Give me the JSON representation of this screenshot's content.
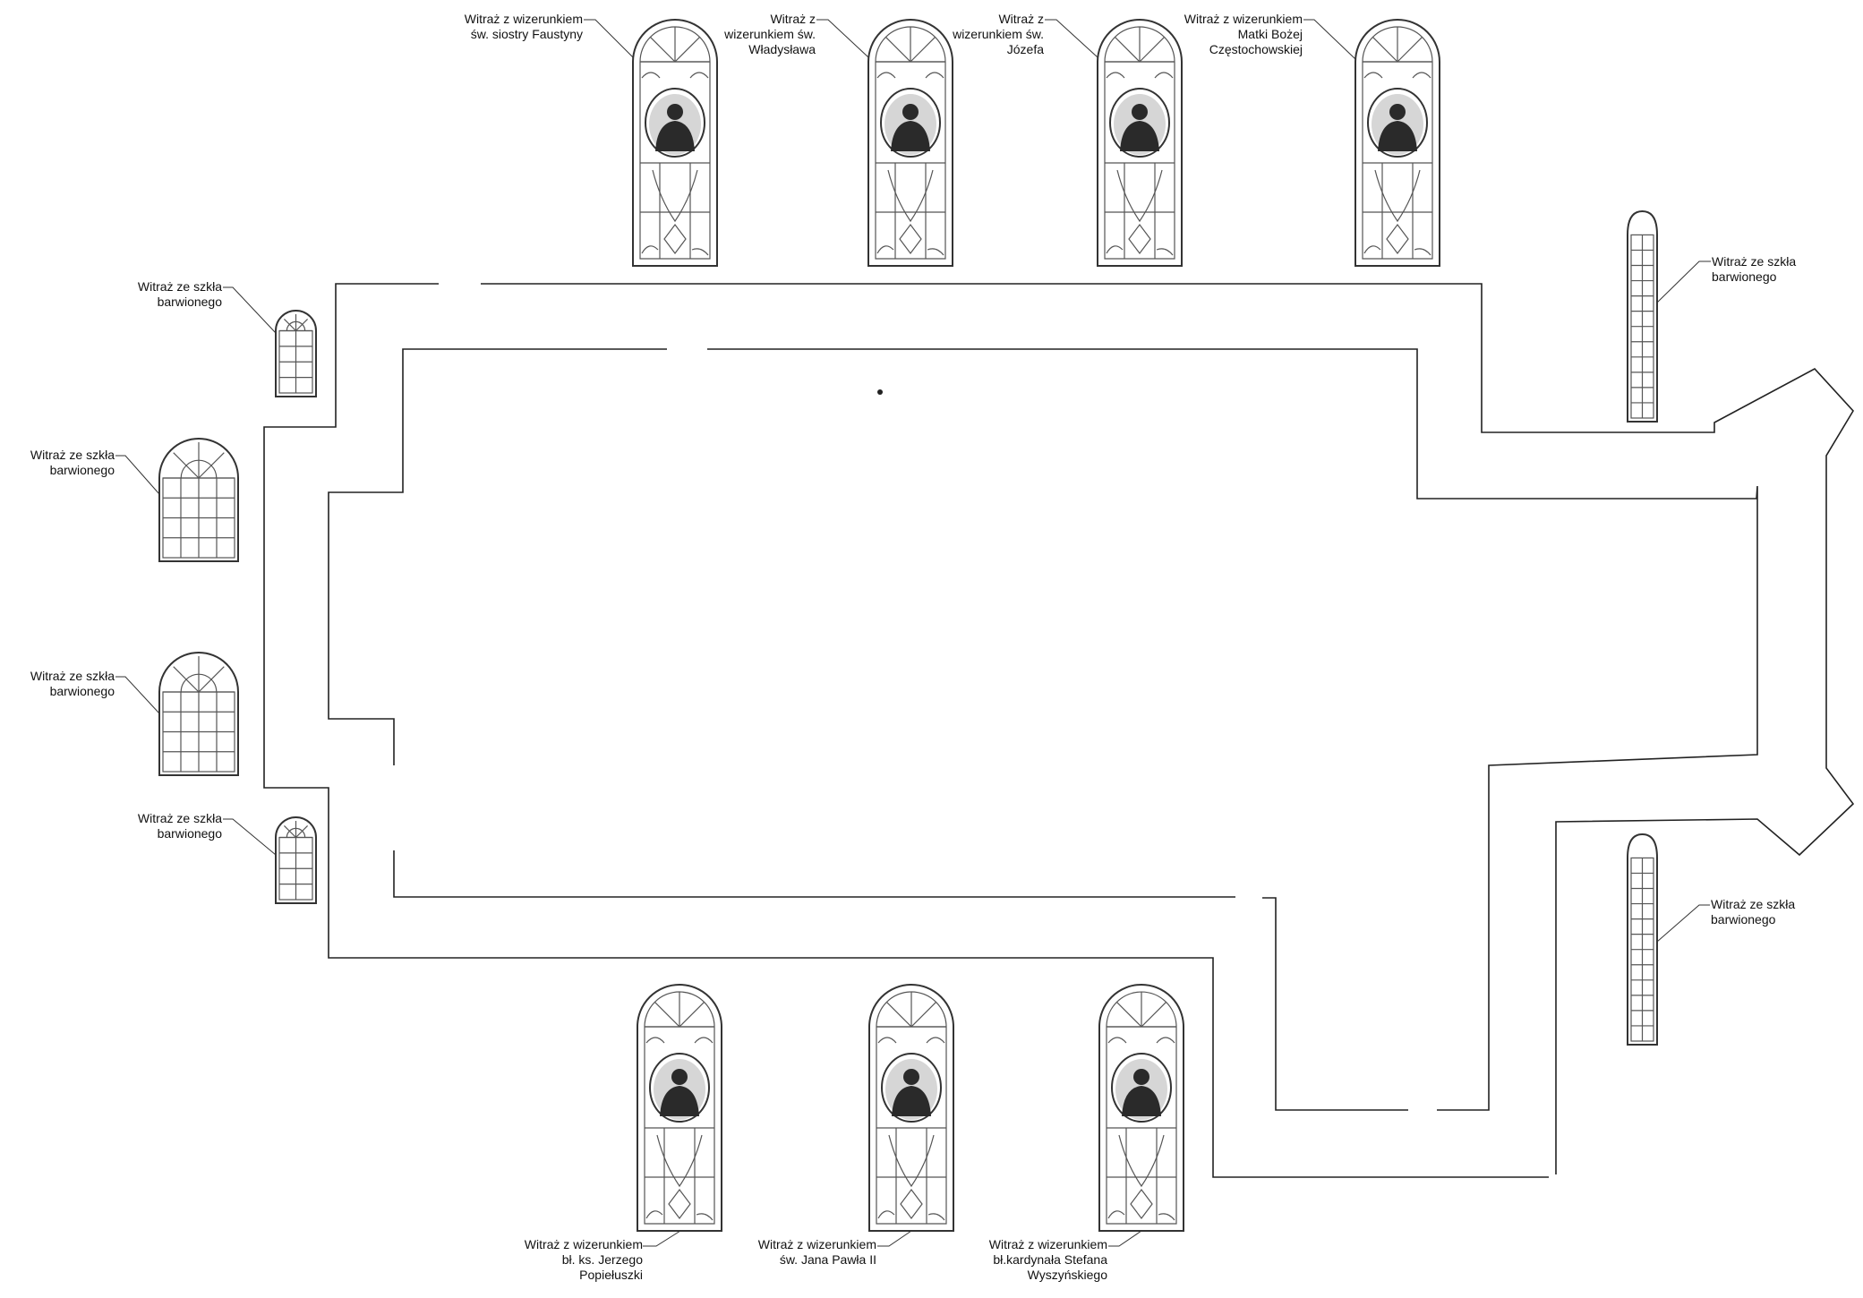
{
  "title": "",
  "windows": [
    {
      "id": "n1",
      "kind": "portrait",
      "label": [
        "Witraż z wizerunkiem",
        "św. siostry Faustyny"
      ],
      "portrait_icon": "saint-faustina-portrait"
    },
    {
      "id": "n2",
      "kind": "portrait",
      "label": [
        "Witraż z",
        "wizerunkiem św.",
        "Władysława"
      ],
      "portrait_icon": "saint-wladyslaw-portrait"
    },
    {
      "id": "n3",
      "kind": "portrait",
      "label": [
        "Witraż z",
        "wizerunkiem św.",
        "Józefa"
      ],
      "portrait_icon": "saint-joseph-portrait"
    },
    {
      "id": "n4",
      "kind": "portrait",
      "label": [
        "Witraż z wizerunkiem",
        "Matki Bożej",
        "Częstochowskiej"
      ],
      "portrait_icon": "black-madonna-portrait"
    },
    {
      "id": "s1",
      "kind": "portrait",
      "label": [
        "Witraż z wizerunkiem",
        "bł. ks. Jerzego",
        "Popiełuszki"
      ],
      "portrait_icon": "jerzy-popieluszko-portrait"
    },
    {
      "id": "s2",
      "kind": "portrait",
      "label": [
        "Witraż z wizerunkiem",
        "św. Jana Pawła II"
      ],
      "portrait_icon": "john-paul-ii-portrait"
    },
    {
      "id": "s3",
      "kind": "portrait",
      "label": [
        "Witraż z wizerunkiem",
        "bł.kardynała Stefana",
        "Wyszyńskiego"
      ],
      "portrait_icon": "stefan-wyszynski-portrait"
    },
    {
      "id": "w1",
      "kind": "small-arched",
      "label": [
        "Witraż ze szkła",
        "barwionego"
      ]
    },
    {
      "id": "w2",
      "kind": "wide-arched",
      "label": [
        "Witraż ze szkła",
        "barwionego"
      ]
    },
    {
      "id": "w3",
      "kind": "wide-arched",
      "label": [
        "Witraż ze szkła",
        "barwionego"
      ]
    },
    {
      "id": "w4",
      "kind": "small-arched",
      "label": [
        "Witraż ze szkła",
        "barwionego"
      ]
    },
    {
      "id": "e1",
      "kind": "lancet",
      "label": [
        "Witraż ze szkła",
        "barwionego"
      ]
    },
    {
      "id": "e2",
      "kind": "lancet",
      "label": [
        "Witraż ze szkła",
        "barwionego"
      ]
    }
  ],
  "colors": {
    "line": "#222222",
    "background": "#ffffff",
    "portrait_fill": "#2a2a2a"
  }
}
